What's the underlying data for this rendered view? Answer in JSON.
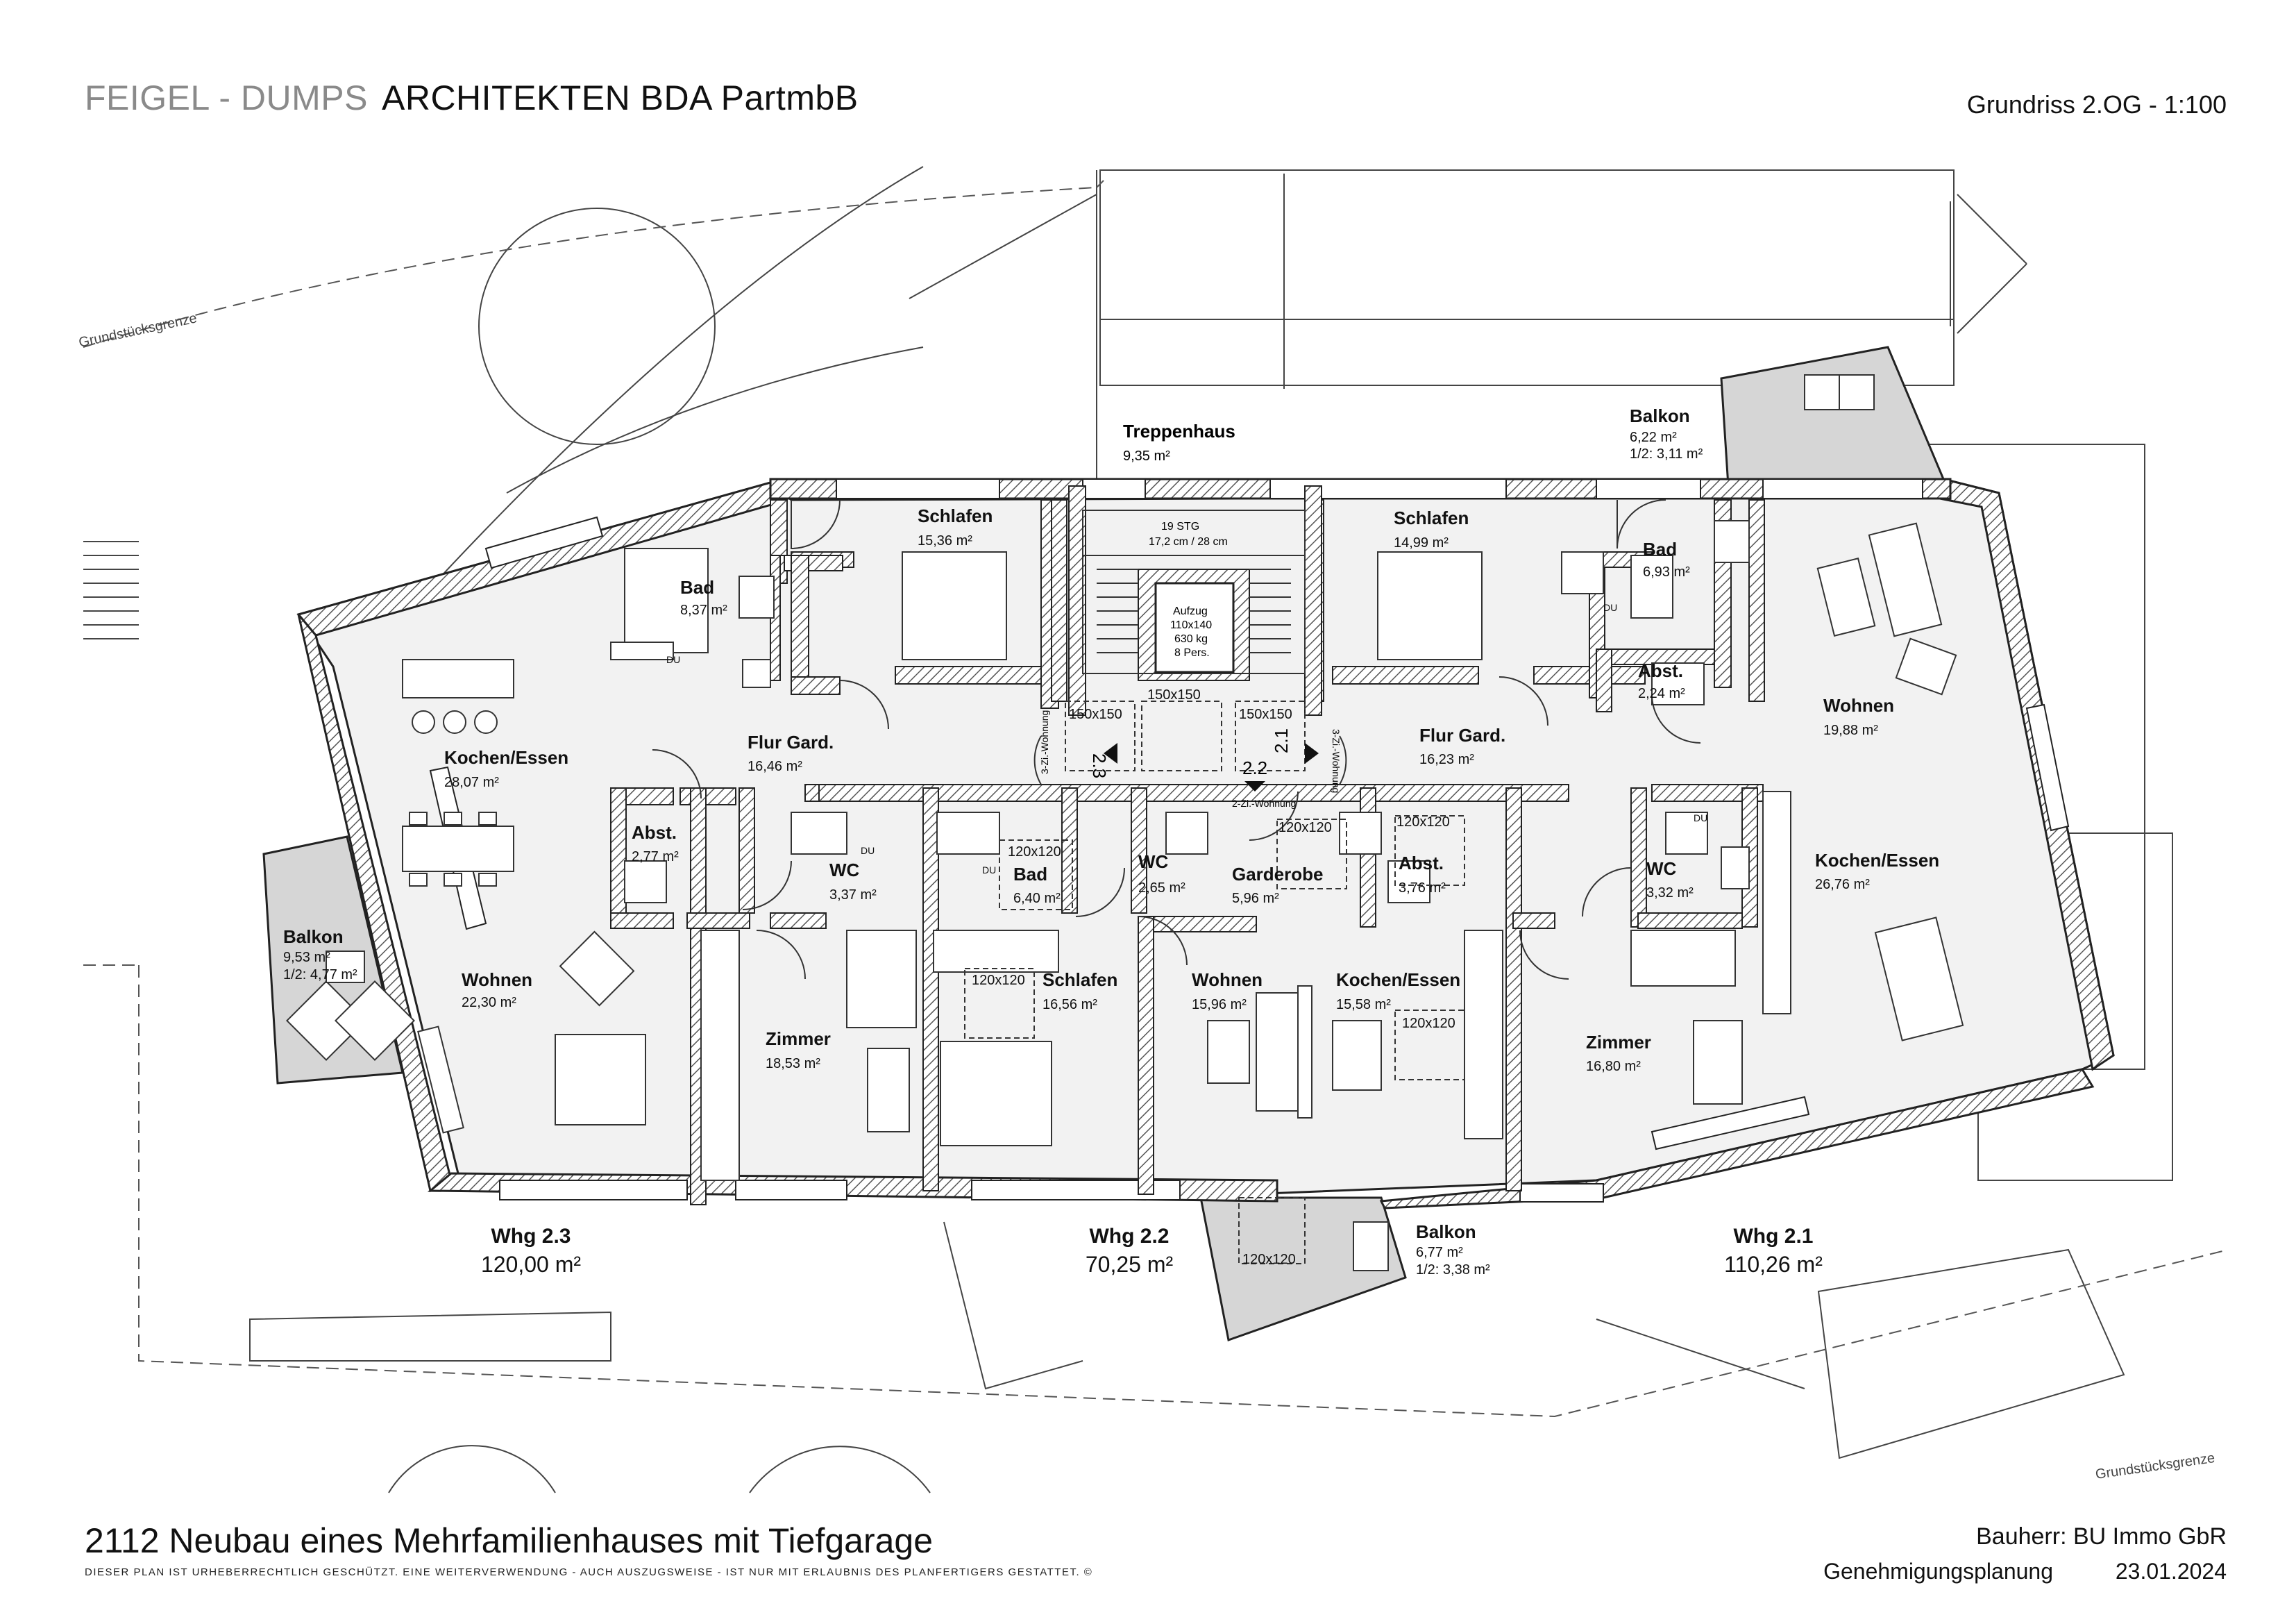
{
  "header": {
    "firm_primary": "FEIGEL - DUMPS",
    "firm_secondary": "ARCHITEKTEN BDA PartmbB",
    "sheet": "Grundriss 2.OG - 1:100"
  },
  "footer": {
    "project": "2112 Neubau eines Mehrfamilienhauses mit Tiefgarage",
    "copyright": "DIESER PLAN IST URHEBERRECHTLICH GESCHÜTZT. EINE WEITERVERWENDUNG - AUCH AUSZUGSWEISE - IST NUR MIT ERLAUBNIS DES PLANFERTIGERS GESTATTET. ©",
    "client": "Bauherr: BU Immo GbR",
    "phase": "Genehmigungsplanung",
    "date": "23.01.2024"
  },
  "site": {
    "boundary_top": "Grundstücksgrenze",
    "boundary_bottom": "Grundstücksgrenze"
  },
  "core": {
    "stair_name": "Treppenhaus",
    "stair_area": "9,35 m²",
    "stair_steps": "19 STG",
    "stair_ratio": "17,2 cm / 28 cm",
    "lift_1": "Aufzug",
    "lift_2": "110x140",
    "lift_3": "630 kg",
    "lift_4": "8 Pers."
  },
  "rooms": {
    "r23_bad": {
      "name": "Bad",
      "area": "8,37 m²"
    },
    "r23_schlafen": {
      "name": "Schlafen",
      "area": "15,36 m²"
    },
    "r23_kochen": {
      "name": "Kochen/Essen",
      "area": "28,07 m²"
    },
    "r23_flur": {
      "name": "Flur Gard.",
      "area": "16,46 m²"
    },
    "r23_abst": {
      "name": "Abst.",
      "area": "2,77 m²"
    },
    "r23_wc": {
      "name": "WC",
      "area": "3,37 m²"
    },
    "r23_wohnen": {
      "name": "Wohnen",
      "area": "22,30 m²"
    },
    "r23_zimmer": {
      "name": "Zimmer",
      "area": "18,53 m²"
    },
    "r23_balkon": {
      "name": "Balkon",
      "area": "9,53 m²",
      "half": "1/2: 4,77 m²"
    },
    "r22_bad": {
      "name": "Bad",
      "area": "6,40 m²"
    },
    "r22_wc": {
      "name": "WC",
      "area": "2,65 m²"
    },
    "r22_garderobe": {
      "name": "Garderobe",
      "area": "5,96 m²"
    },
    "r22_schlafen": {
      "name": "Schlafen",
      "area": "16,56 m²"
    },
    "r22_wohnen": {
      "name": "Wohnen",
      "area": "15,96 m²"
    },
    "r22_kochen": {
      "name": "Kochen/Essen",
      "area": "15,58 m²"
    },
    "r22_balkon": {
      "name": "Balkon",
      "area": "6,77 m²",
      "half": "1/2: 3,38 m²"
    },
    "r21_schlafen": {
      "name": "Schlafen",
      "area": "14,99 m²"
    },
    "r21_bad": {
      "name": "Bad",
      "area": "6,93 m²"
    },
    "r21_abst1": {
      "name": "Abst.",
      "area": "2,24 m²"
    },
    "r21_balkon": {
      "name": "Balkon",
      "area": "6,22 m²",
      "half": "1/2: 3,11 m²"
    },
    "r21_wohnen": {
      "name": "Wohnen",
      "area": "19,88 m²"
    },
    "r21_flur": {
      "name": "Flur Gard.",
      "area": "16,23 m²"
    },
    "r21_abst2": {
      "name": "Abst.",
      "area": "3,76 m²"
    },
    "r21_wc": {
      "name": "WC",
      "area": "3,32 m²"
    },
    "r21_kochen": {
      "name": "Kochen/Essen",
      "area": "26,76 m²"
    },
    "r21_zimmer": {
      "name": "Zimmer",
      "area": "16,80 m²"
    }
  },
  "units": {
    "u23": {
      "name": "Whg 2.3",
      "area": "120,00 m²"
    },
    "u22": {
      "name": "Whg 2.2",
      "area": "70,25 m²"
    },
    "u21": {
      "name": "Whg 2.1",
      "area": "110,26 m²"
    }
  },
  "markers": {
    "m23": "2.3",
    "m22": "2.2",
    "m21": "2.1",
    "tag_3zi": "3-Zi.-Wohnung",
    "tag_2zi": "2-Zi.-Wohnung"
  },
  "annotations": {
    "du": "DU",
    "turn_150": "150x150",
    "turn_120": "120x120"
  },
  "colors": {
    "wall_hatch": "#555555",
    "floor": "#f0f0f0",
    "balcony": "#d6d6d6",
    "line": "#222222"
  }
}
